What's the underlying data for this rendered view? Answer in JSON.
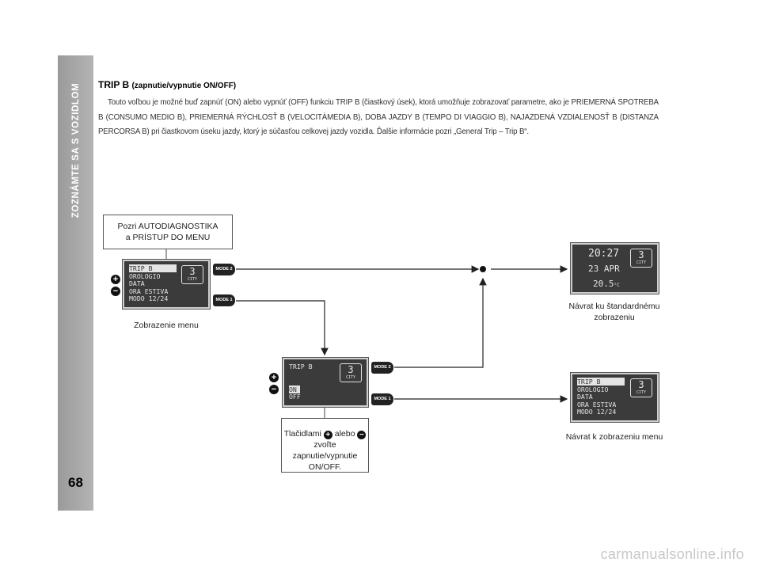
{
  "sidebar": {
    "section_title": "ZOZNÁMTE SA S VOZIDLOM",
    "page_number": "68"
  },
  "heading": {
    "title": "TRIP B",
    "subtitle": "(zapnutie/vypnutie ON/OFF)"
  },
  "body": "Touto voľbou je možné buď zapnúť (ON) alebo vypnúť (OFF) funkciu TRIP B (čiastkový úsek), ktorá umožňuje zobrazovať parametre, ako je PRIEMERNÁ SPOTREBA B (CONSUMO MEDIO B), PRIEMERNÁ RÝCHLOSŤ B (VELOCITÀMEDIA B), DOBA JAZDY B (TEMPO DI VIAGGIO B), NAJAZDENÁ VZDIALENOSŤ B (DISTANZA PERCORSA B) pri čiastkovom úseku jazdy, ktorý je súčasťou celkovej jazdy vozidla. Ďalšie informácie pozri „General Trip – Trip B“.",
  "diagram": {
    "ref_box": {
      "line1": "Pozri AUTODIAGNOSTIKA",
      "line2": "a PRÍSTUP DO MENU"
    },
    "menu_display": {
      "items": [
        "TRIP B",
        "OROLOGIO",
        "DATA",
        "ORA ESTIVA",
        "MODO 12/24"
      ],
      "gear": "3",
      "gear_label": "CITY",
      "caption": "Zobrazenie menu"
    },
    "onoff_display": {
      "title": "TRIP B",
      "on": "ON",
      "off": "OFF",
      "gear": "3",
      "gear_label": "CITY"
    },
    "standard_display": {
      "time": "20:27",
      "date": "23 APR",
      "temp": "20.5",
      "temp_unit": "°C",
      "gear": "3",
      "gear_label": "CITY",
      "caption_line1": "Návrat ku štandardnému",
      "caption_line2": "zobrazeniu"
    },
    "return_menu_display": {
      "items": [
        "TRIP B",
        "OROLOGIO",
        "DATA",
        "ORA ESTIVA",
        "MODO 12/24"
      ],
      "gear": "3",
      "gear_label": "CITY",
      "caption": "Návrat k zobrazeniu menu"
    },
    "buttons": {
      "mode1": "MODE 1",
      "mode2": "MODE 2",
      "plus": "+",
      "minus": "−"
    },
    "hint_box": {
      "prefix": "Tlačidlami",
      "middle": "alebo",
      "line2": "zvoľte zapnutie/vypnutie",
      "line3": "ON/OFF."
    },
    "colors": {
      "lcd_bg": "#3b3b3b",
      "sidebar": "#a6a6a6"
    }
  },
  "watermark": "carmanualsonline.info"
}
